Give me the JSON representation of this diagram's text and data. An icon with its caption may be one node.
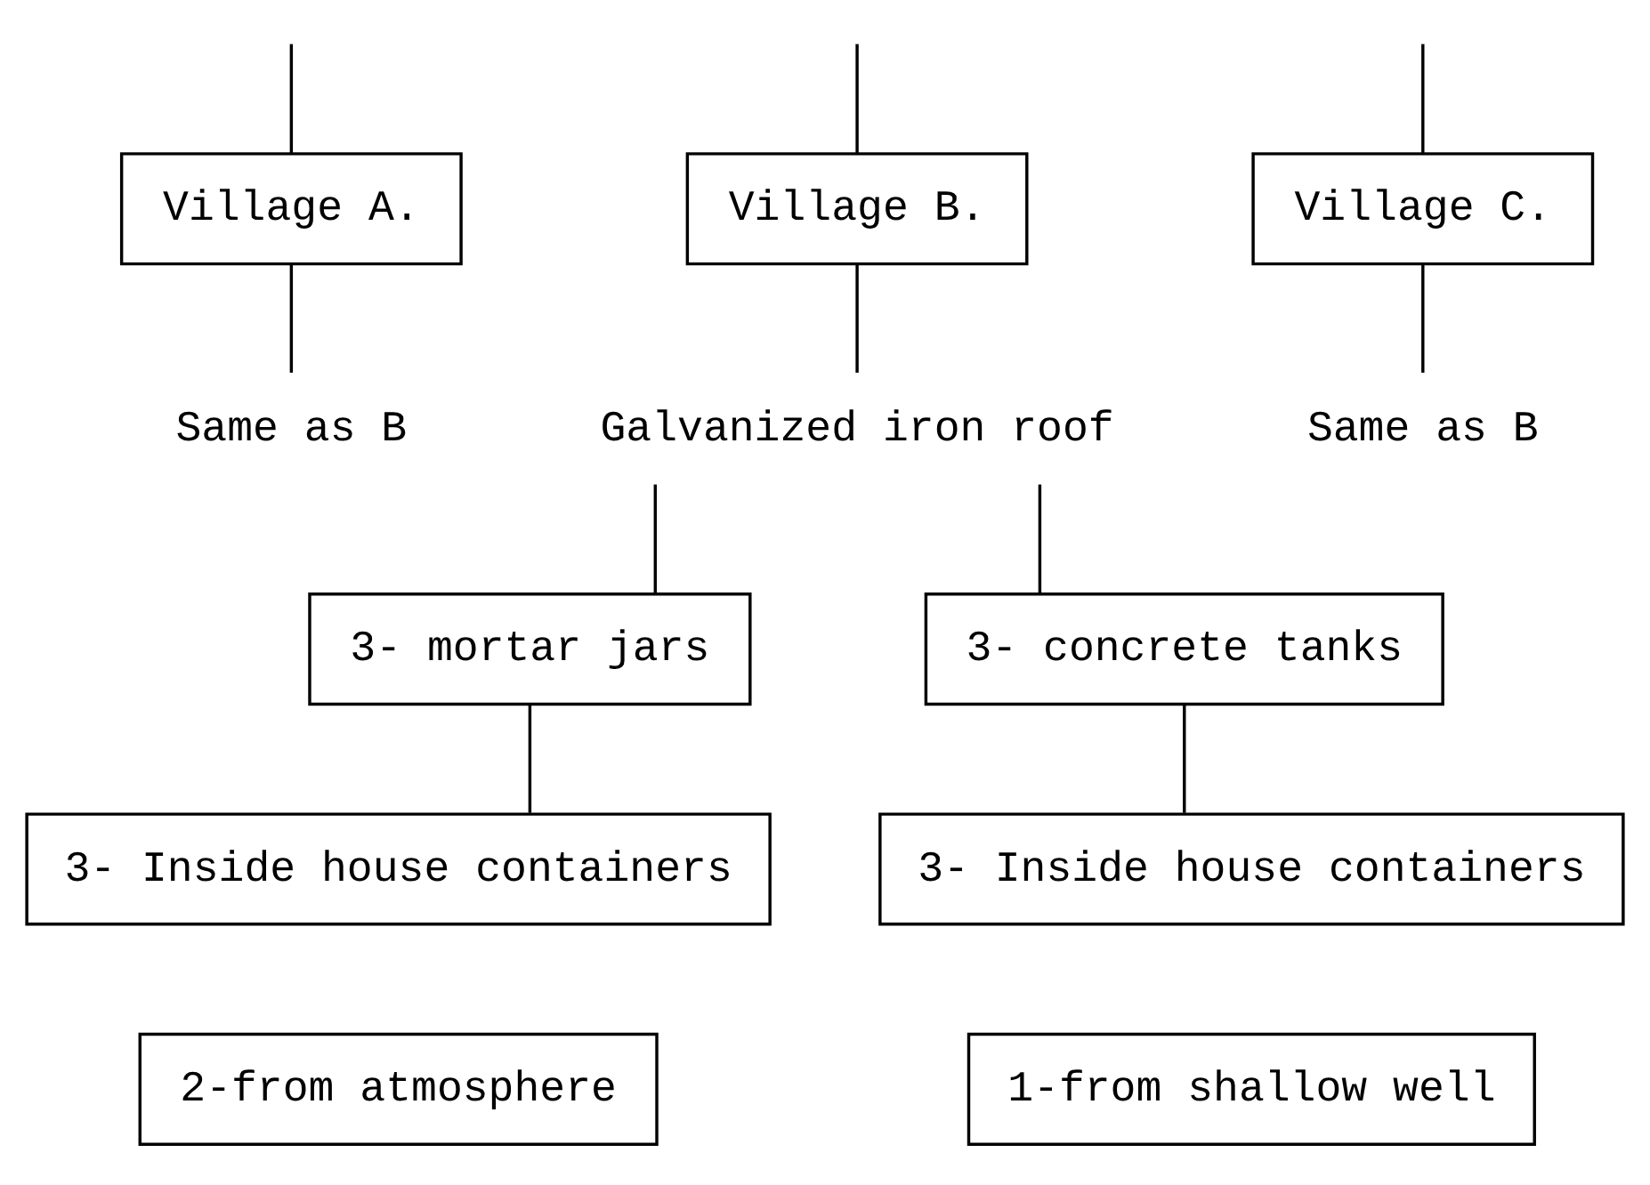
{
  "diagram": {
    "nodes": [
      {
        "text": [
          "Village A."
        ]
      },
      {
        "text": [
          "Village B."
        ]
      },
      {
        "text": [
          "Village C."
        ]
      },
      {
        "text": [
          "Same as B"
        ]
      },
      {
        "text": [
          "Galvanized iron roof"
        ]
      },
      {
        "text": [
          "Same as B"
        ]
      },
      {
        "text": [
          "3- mortar jars"
        ]
      },
      {
        "text": [
          "3- concrete tanks"
        ]
      },
      {
        "text": [
          "3- Inside house containers"
        ]
      },
      {
        "text": [
          "3- Inside house containers"
        ]
      },
      {
        "text": [
          "2-from atmosphere"
        ]
      },
      {
        "text": [
          "1-from shallow well"
        ]
      }
    ],
    "edges": [
      {
        "from": null,
        "to": 0,
        "arrow": "none"
      },
      {
        "from": null,
        "to": 1,
        "arrow": "none"
      },
      {
        "from": null,
        "to": 2,
        "arrow": "none"
      },
      {
        "from": 0,
        "to": 3,
        "arrow": "none"
      },
      {
        "from": 1,
        "to": 4,
        "arrow": "none"
      },
      {
        "from": 2,
        "to": 5,
        "arrow": "none"
      },
      {
        "from": 4,
        "to": 6,
        "arrow": "none"
      },
      {
        "from": 4,
        "to": 7,
        "arrow": "none"
      },
      {
        "from": 6,
        "to": 8,
        "arrow": "none"
      },
      {
        "from": 7,
        "to": 9,
        "arrow": "none"
      }
    ]
  }
}
